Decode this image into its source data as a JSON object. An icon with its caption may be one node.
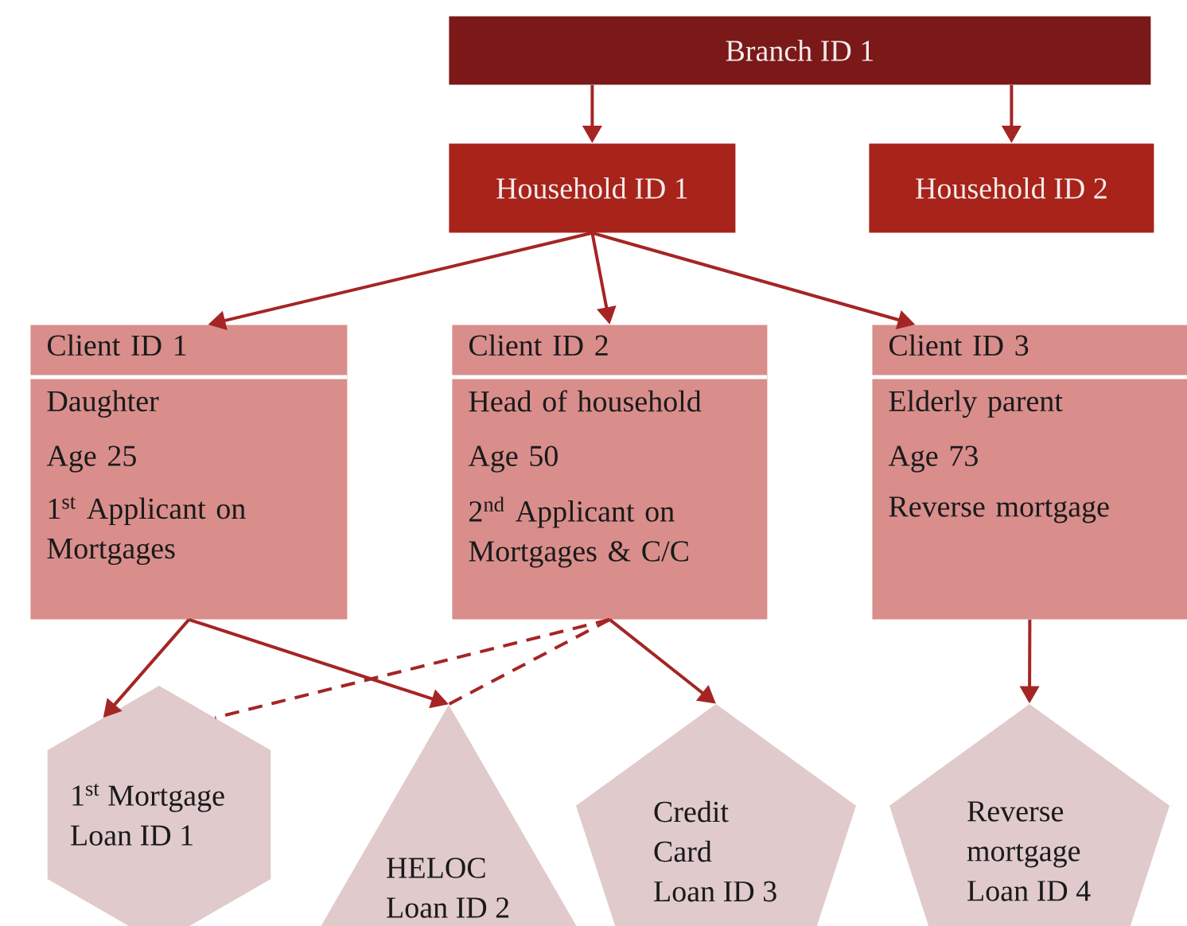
{
  "diagram": {
    "nodes": [
      {
        "text": [
          "Branch ID 1"
        ]
      },
      {
        "text": [
          "Household ID 1"
        ]
      },
      {
        "text": [
          "Household ID 2"
        ]
      },
      {
        "text": [
          "Client ID 1",
          "Daughter",
          "Age 25",
          "1$^{st}$ Applicant on Mortgages"
        ]
      },
      {
        "text": [
          "Client ID 2",
          "Head of household",
          "Age 50",
          "2$^{nd}$ Applicant on Mortgages & C/C"
        ]
      },
      {
        "text": [
          "Client ID 3",
          "Elderly parent",
          "Age 73",
          "Reverse mortgage"
        ]
      },
      {
        "text": [
          "1$^{st}$ Mortgage Loan ID 1"
        ]
      },
      {
        "text": [
          "HELOC Loan ID 2"
        ]
      },
      {
        "text": [
          "Credit Card Loan ID 3"
        ]
      },
      {
        "text": [
          "Reverse mortgage Loan ID 4"
        ]
      }
    ],
    "edges": [
      {
        "from": 0,
        "to": 1,
        "arrow": "to"
      },
      {
        "from": 0,
        "to": 2,
        "arrow": "to"
      },
      {
        "from": 1,
        "to": 3,
        "arrow": "to"
      },
      {
        "from": 1,
        "to": 4,
        "arrow": "to"
      },
      {
        "from": 1,
        "to": 5,
        "arrow": "to"
      },
      {
        "from": 3,
        "to": 6,
        "arrow": "to"
      },
      {
        "from": 3,
        "to": 7,
        "arrow": "to"
      },
      {
        "from": 4,
        "to": 6,
        "arrow": "none",
        "style": "dashed"
      },
      {
        "from": 4,
        "to": 7,
        "arrow": "none",
        "style": "dashed"
      },
      {
        "from": 4,
        "to": 8,
        "arrow": "to"
      },
      {
        "from": 5,
        "to": 9,
        "arrow": "to"
      }
    ]
  }
}
